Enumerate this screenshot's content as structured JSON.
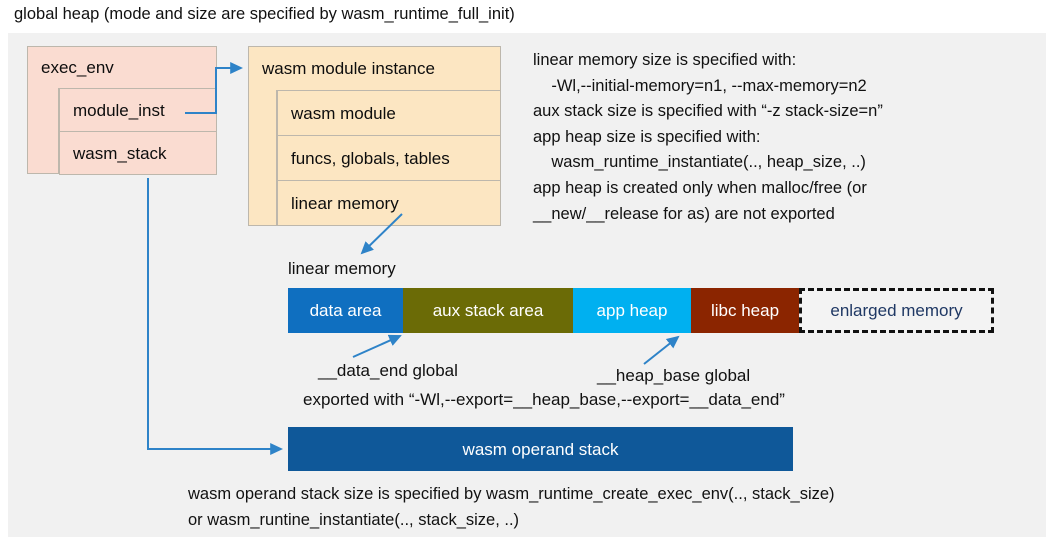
{
  "title": "global heap (mode and size are specified by wasm_runtime_full_init)",
  "accent_colors": {
    "exec_env_fill": "#FADCD1",
    "module_instance_fill": "#FCE6C2",
    "data_area": "#0F6FC0",
    "aux_stack_area": "#6B6B06",
    "app_heap": "#00B0F0",
    "libc_heap": "#8B2500",
    "enlarged_memory_border": "#111111",
    "enlarged_memory_text": "#1F3864",
    "operand_stack": "#0F5899",
    "connector": "#2E83C8",
    "panel_background": "#F1F1F1"
  },
  "exec_env": {
    "header": "exec_env",
    "fields": [
      "module_inst",
      "wasm_stack"
    ]
  },
  "module_instance": {
    "header": "wasm module instance",
    "fields": [
      "wasm module",
      "funcs, globals, tables",
      "linear memory"
    ]
  },
  "info_text": "linear memory size is specified with:\n    -Wl,--initial-memory=n1, --max-memory=n2\naux stack size is specified with “-z stack-size=n”\napp heap size is specified with:\n    wasm_runtime_instantiate(.., heap_size, ..)\napp heap is created only when malloc/free (or\n__new/__release for as) are not exported",
  "linear_memory": {
    "label": "linear memory",
    "segments": [
      {
        "name": "data area"
      },
      {
        "name": "aux stack area"
      },
      {
        "name": "app heap"
      },
      {
        "name": "libc heap"
      },
      {
        "name": "enlarged memory"
      }
    ]
  },
  "annotations": {
    "data_end": "__data_end global",
    "heap_base": "__heap_base global",
    "exported": "exported with “-Wl,--export=__heap_base,--export=__data_end”"
  },
  "operand_stack": {
    "label": "wasm operand stack",
    "note": "wasm operand stack size is specified by wasm_runtime_create_exec_env(.., stack_size)\nor wasm_runtine_instantiate(.., stack_size, ..)"
  }
}
